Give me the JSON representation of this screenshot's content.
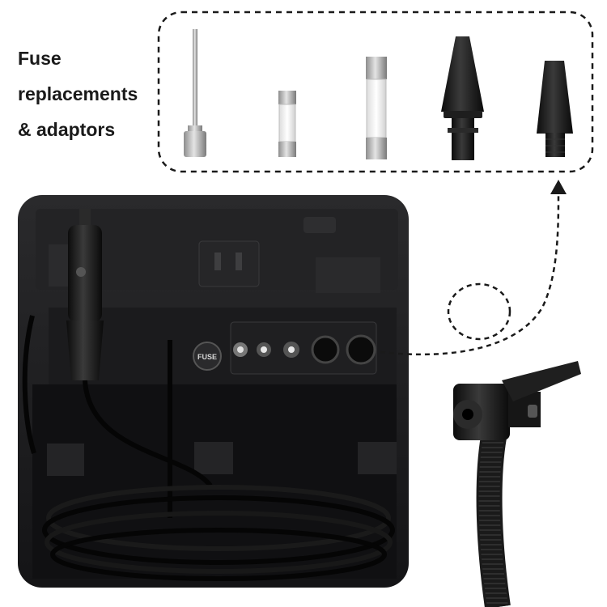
{
  "caption": {
    "lines": [
      "Fuse",
      "replacements",
      "& adaptors"
    ]
  },
  "device": {
    "fuse_socket_label": "FUSE"
  },
  "colors": {
    "background": "#ffffff",
    "device_body": "#1c1c1e",
    "dashed_callout": "#1a1a1a",
    "metal": "#b9b9b9",
    "rubber": "#111111"
  },
  "icons": [
    "inflation-needle-icon",
    "small-glass-fuse-icon",
    "large-glass-fuse-icon",
    "tapered-nozzle-icon",
    "short-nozzle-icon"
  ]
}
